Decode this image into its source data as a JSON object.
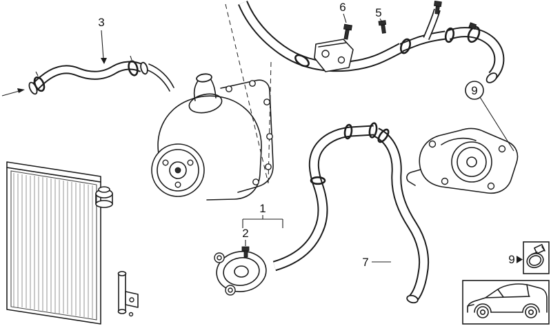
{
  "page": {
    "background": "#ffffff",
    "line_color": "#1b1b1b"
  },
  "callouts": {
    "c1": {
      "label": "1"
    },
    "c2": {
      "label": "2"
    },
    "c3": {
      "label": "3"
    },
    "c5": {
      "label": "5"
    },
    "c6": {
      "label": "6"
    },
    "c7": {
      "label": "7"
    },
    "c9": {
      "label": "9"
    },
    "c9_detail": {
      "label": "9"
    }
  },
  "parts": {
    "icons": [
      "radiator",
      "radiator-filler-cap",
      "coolant-hose-upper-left",
      "water-pump-with-pulley",
      "mounting-plate",
      "engine-vent-hose",
      "hex-bolt",
      "hose-bracket",
      "right-connector-hose",
      "hose-clamp",
      "thermostat-housing",
      "water-outlet-flange",
      "sealing-bolt",
      "return-hose",
      "worm-drive-clamp-detail",
      "car-body-thumbnail"
    ]
  }
}
